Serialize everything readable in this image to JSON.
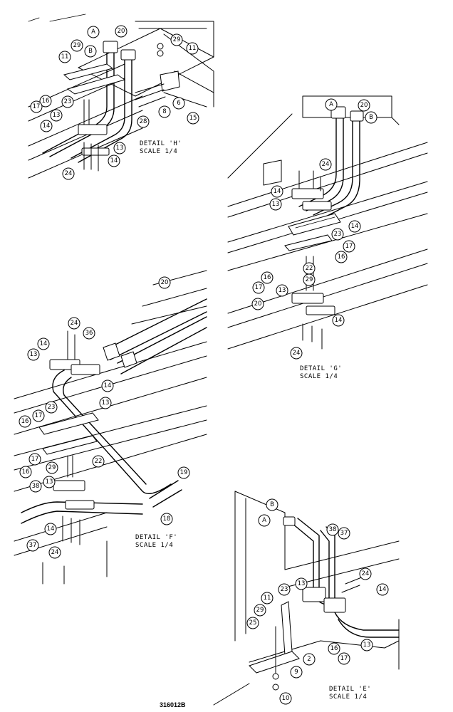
{
  "details": [
    {
      "id": "H",
      "title": "DETAIL 'H'",
      "scale": "SCALE 1/4",
      "callouts": [
        "A",
        "20",
        "29",
        "B",
        "11",
        "11",
        "29",
        "23",
        "16",
        "17",
        "13",
        "14",
        "6",
        "8",
        "28",
        "15",
        "13",
        "14",
        "24"
      ]
    },
    {
      "id": "G",
      "title": "DETAIL 'G'",
      "scale": "SCALE 1/4",
      "callouts": [
        "A",
        "20",
        "B",
        "24",
        "14",
        "13",
        "14",
        "23",
        "17",
        "16",
        "22",
        "29",
        "16",
        "17",
        "13",
        "20",
        "14",
        "24"
      ]
    },
    {
      "id": "F",
      "title": "DETAIL 'F'",
      "scale": "SCALE 1/4",
      "callouts": [
        "20",
        "24",
        "36",
        "14",
        "13",
        "14",
        "13",
        "23",
        "17",
        "16",
        "22",
        "17",
        "16",
        "29",
        "38",
        "13",
        "19",
        "18",
        "14",
        "37",
        "24"
      ]
    },
    {
      "id": "E",
      "title": "DETAIL 'E'",
      "scale": "SCALE 1/4",
      "callouts": [
        "B",
        "A",
        "38",
        "37",
        "24",
        "13",
        "14",
        "23",
        "11",
        "29",
        "25",
        "16",
        "17",
        "13",
        "2",
        "9",
        "10"
      ]
    }
  ],
  "drawing_number": "316012B"
}
